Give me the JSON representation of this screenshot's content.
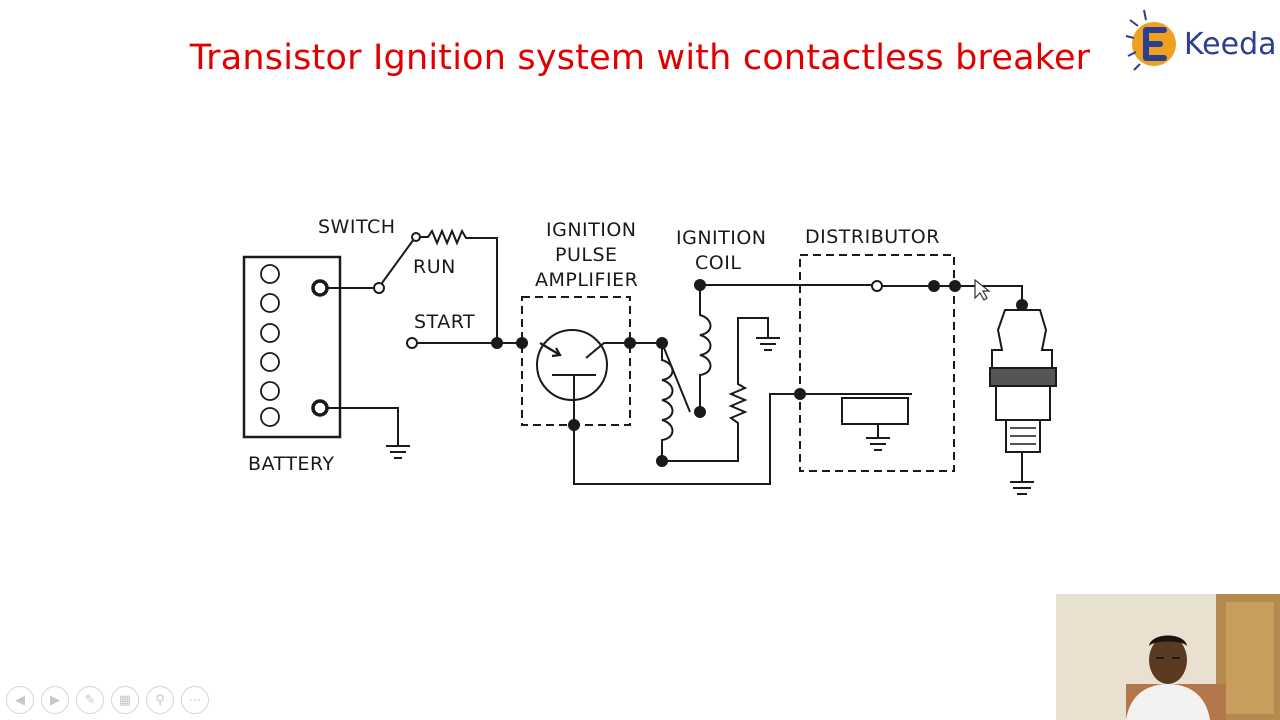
{
  "slide": {
    "title": "Transistor Ignition system with contactless breaker"
  },
  "logo": {
    "text": "Keeda",
    "brand_color": "#2a3f8f",
    "accent_color": "#f0a020"
  },
  "diagram": {
    "labels": {
      "switch": "SWITCH",
      "run": "RUN",
      "start": "START",
      "amp_line1": "IGNITION",
      "amp_line2": "PULSE",
      "amp_line3": "AMPLIFIER",
      "coil_line1": "IGNITION",
      "coil_line2": "COIL",
      "distributor": "DISTRIBUTOR",
      "battery": "BATTERY"
    }
  },
  "toolbar": {
    "icons": [
      "prev-icon",
      "next-icon",
      "pen-icon",
      "slides-icon",
      "zoom-icon",
      "more-icon"
    ]
  },
  "colors": {
    "title": "#e00000",
    "wire": "#1a1a1a"
  }
}
